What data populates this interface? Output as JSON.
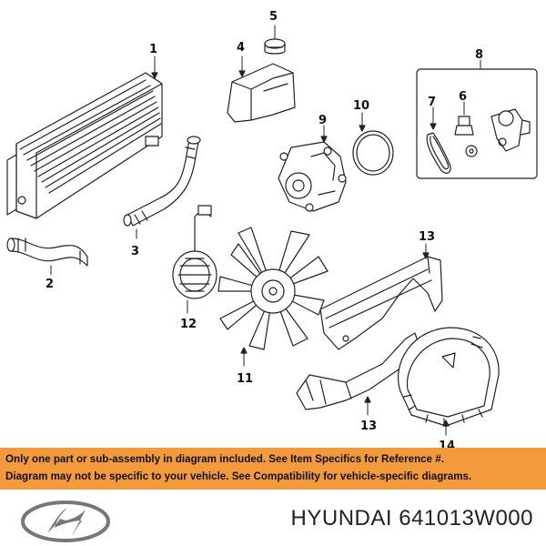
{
  "callouts": {
    "c1": "1",
    "c2": "2",
    "c3": "3",
    "c4": "4",
    "c5": "5",
    "c6": "6",
    "c7": "7",
    "c8": "8",
    "c9": "9",
    "c10": "10",
    "c11": "11",
    "c12": "12",
    "c13a": "13",
    "c13b": "13",
    "c14": "14"
  },
  "banner": {
    "line1": "Only one part or sub-assembly in diagram included. See Item Specifics for Reference #.",
    "line2": "Diagram may not be specific to your vehicle. See Compatibility for vehicle-specific diagrams."
  },
  "footer": {
    "brand": "HYUNDAI",
    "part_number": "641013W000",
    "logo_icon": "hyundai-logo-icon"
  },
  "colors": {
    "banner": "#f29a3c",
    "line": "#222222"
  }
}
